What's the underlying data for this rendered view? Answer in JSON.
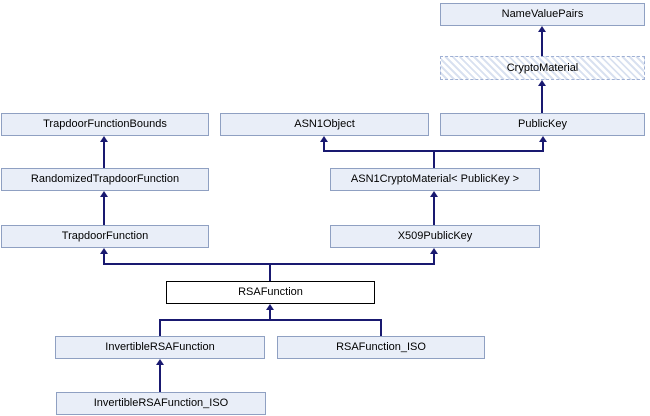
{
  "diagram": {
    "kind": "class-inheritance-graph",
    "current_class": "RSAFunction",
    "colors": {
      "background": "#ffffff",
      "node_fill": "#e9eef8",
      "node_border": "#8fa0c2",
      "current_node_fill": "#ffffff",
      "current_node_border": "#000000",
      "hatch_stripe": "#d9e1f0",
      "edge": "#191970"
    },
    "nodes": [
      {
        "label": "NameValuePairs",
        "style": "default"
      },
      {
        "label": "CryptoMaterial",
        "style": "hatched"
      },
      {
        "label": "TrapdoorFunctionBounds",
        "style": "default"
      },
      {
        "label": "ASN1Object",
        "style": "default"
      },
      {
        "label": "PublicKey",
        "style": "default"
      },
      {
        "label": "RandomizedTrapdoorFunction",
        "style": "default"
      },
      {
        "label": "ASN1CryptoMaterial< PublicKey >",
        "style": "default"
      },
      {
        "label": "TrapdoorFunction",
        "style": "default"
      },
      {
        "label": "X509PublicKey",
        "style": "default"
      },
      {
        "label": "RSAFunction",
        "style": "current"
      },
      {
        "label": "InvertibleRSAFunction",
        "style": "default"
      },
      {
        "label": "RSAFunction_ISO",
        "style": "default"
      },
      {
        "label": "InvertibleRSAFunction_ISO",
        "style": "default"
      }
    ],
    "edges": [
      {
        "from": "CryptoMaterial",
        "to": "NameValuePairs"
      },
      {
        "from": "PublicKey",
        "to": "CryptoMaterial"
      },
      {
        "from": "RandomizedTrapdoorFunction",
        "to": "TrapdoorFunctionBounds"
      },
      {
        "from": "TrapdoorFunction",
        "to": "RandomizedTrapdoorFunction"
      },
      {
        "from": "ASN1CryptoMaterial< PublicKey >",
        "to": "ASN1Object"
      },
      {
        "from": "ASN1CryptoMaterial< PublicKey >",
        "to": "PublicKey"
      },
      {
        "from": "X509PublicKey",
        "to": "ASN1CryptoMaterial< PublicKey >"
      },
      {
        "from": "RSAFunction",
        "to": "TrapdoorFunction"
      },
      {
        "from": "RSAFunction",
        "to": "X509PublicKey"
      },
      {
        "from": "InvertibleRSAFunction",
        "to": "RSAFunction"
      },
      {
        "from": "RSAFunction_ISO",
        "to": "RSAFunction"
      },
      {
        "from": "InvertibleRSAFunction_ISO",
        "to": "InvertibleRSAFunction"
      }
    ]
  }
}
